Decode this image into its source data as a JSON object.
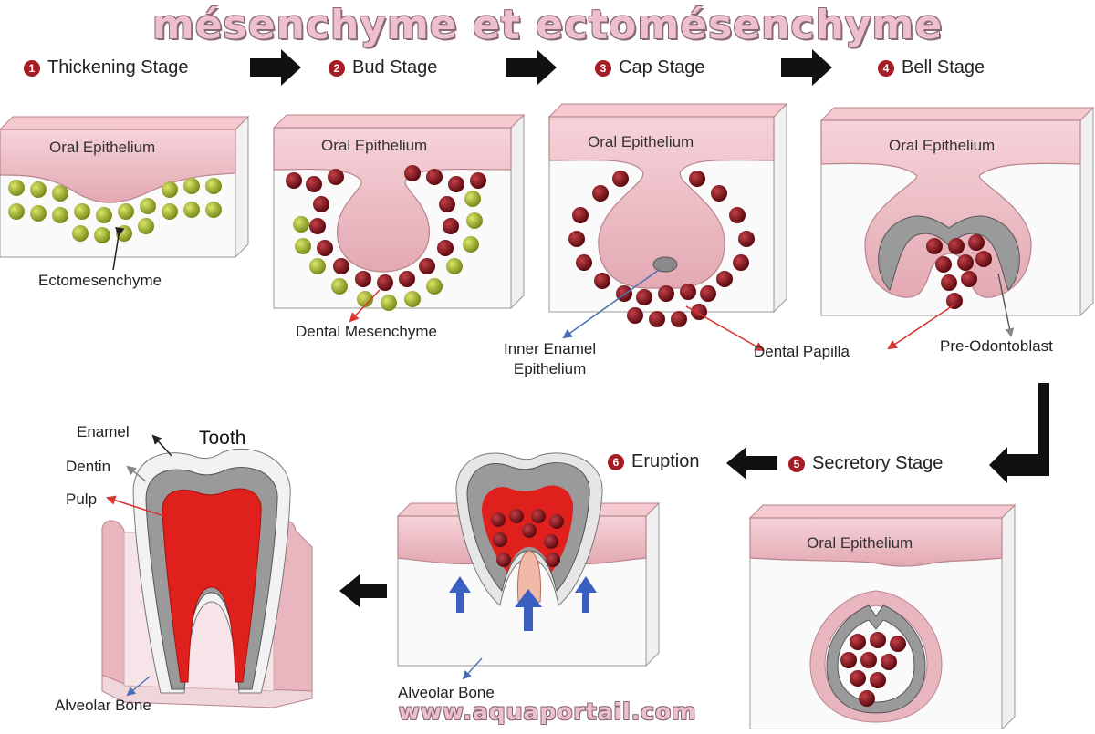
{
  "title": "mésenchyme et ectomésenchyme",
  "stages": [
    {
      "number": "1",
      "label": "Thickening Stage"
    },
    {
      "number": "2",
      "label": "Bud Stage"
    },
    {
      "number": "3",
      "label": "Cap Stage"
    },
    {
      "number": "4",
      "label": "Bell Stage"
    },
    {
      "number": "5",
      "label": "Secretory Stage"
    },
    {
      "number": "6",
      "label": "Eruption"
    }
  ],
  "labels": {
    "oral_epithelium": "Oral Epithelium",
    "ectomesenchyme": "Ectomesenchyme",
    "dental_mesenchyme": "Dental Mesenchyme",
    "inner_enamel_line1": "Inner Enamel",
    "inner_enamel_line2": "Epithelium",
    "dental_papilla": "Dental Papilla",
    "pre_odontoblast": "Pre-Odontoblast",
    "tooth": "Tooth",
    "enamel": "Enamel",
    "dentin": "Dentin",
    "pulp": "Pulp",
    "alveolar_bone": "Alveolar Bone"
  },
  "colors": {
    "epithelium_pink": "#e9b6bf",
    "mesenchyme_red": "#7a1018",
    "ectomesenchyme_green": "#a2b52c",
    "pulp_red": "#e0201c",
    "dentin_gray": "#9a9a9a",
    "step_badge": "#a51c24",
    "pointer_red": "#d9342e",
    "pointer_blue": "#4a70b4",
    "eruption_arrow_blue": "#3b5fc0"
  },
  "credit": "www.aquaportail.com"
}
